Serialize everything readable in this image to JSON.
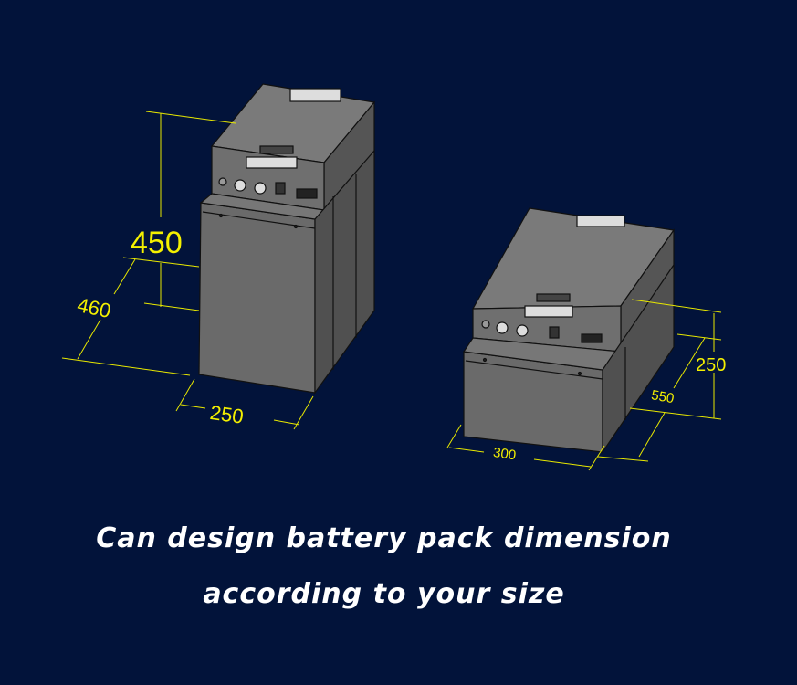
{
  "background_color": "#02133a",
  "dimension_color": "#f4f000",
  "body_color": "#6b6b6b",
  "products": [
    {
      "name": "tall-battery-pack",
      "dimensions": {
        "height": "450",
        "depth": "460",
        "width": "250"
      }
    },
    {
      "name": "wide-battery-pack",
      "dimensions": {
        "height": "250",
        "depth": "550",
        "width": "300"
      }
    }
  ],
  "caption": {
    "line1": "Can design battery pack dimension",
    "line2": "according to your size"
  }
}
